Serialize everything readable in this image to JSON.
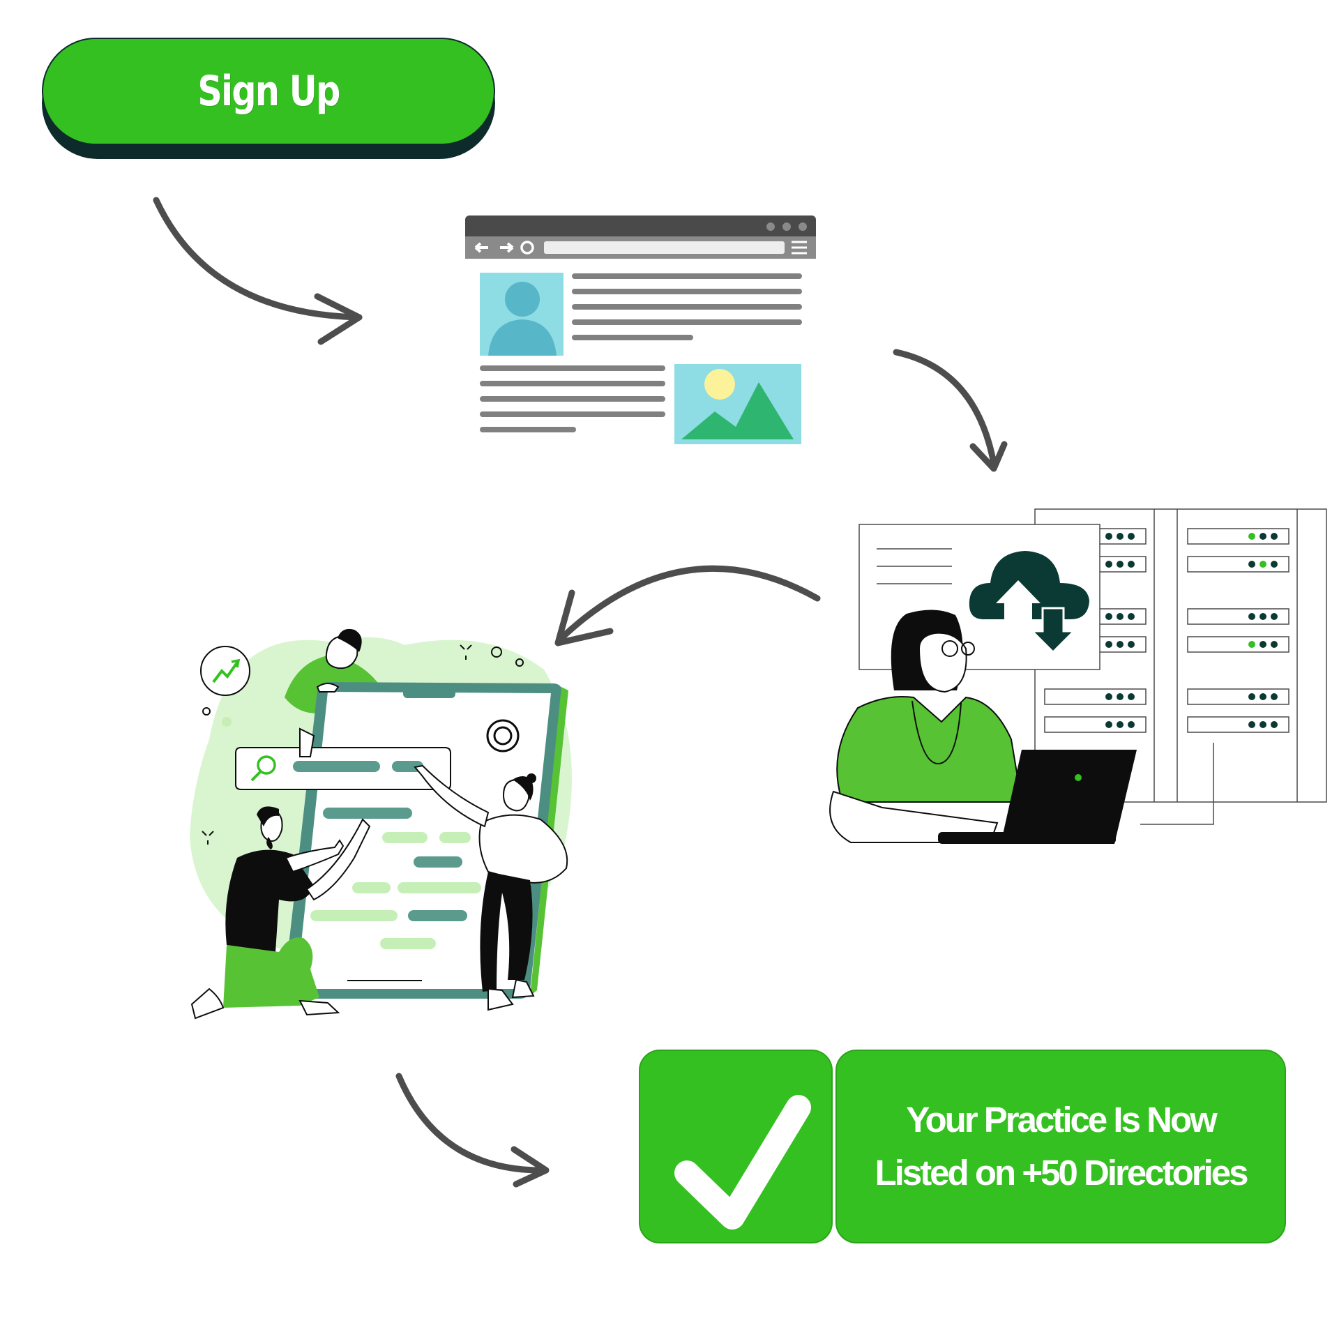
{
  "signup": {
    "label": "Sign Up"
  },
  "result": {
    "line1": "Your Practice Is Now",
    "line2": "Listed on +50 Directories"
  },
  "colors": {
    "brand_green": "#35c021",
    "dark_teal": "#0a3a33",
    "arrow_gray": "#4d4d4d",
    "light_green": "#d9f5cf",
    "mid_teal": "#5a9b8e"
  },
  "steps": [
    {
      "icon": "sign-up-button"
    },
    {
      "icon": "website-profile-icon"
    },
    {
      "icon": "cloud-server-upload-illustration"
    },
    {
      "icon": "directory-search-team-illustration"
    },
    {
      "icon": "checkmark-icon"
    }
  ]
}
